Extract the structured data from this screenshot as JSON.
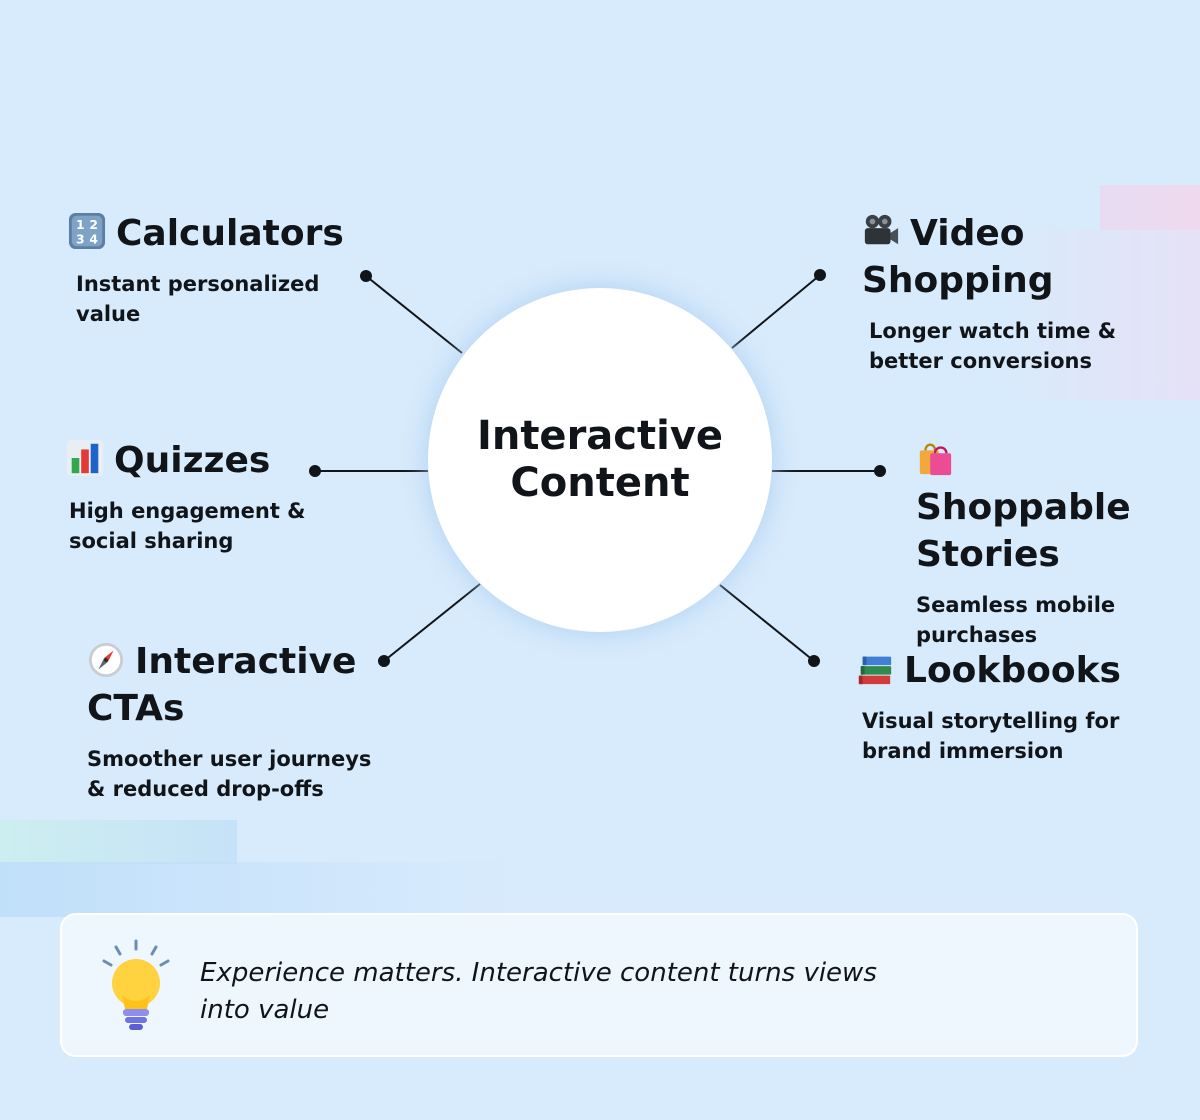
{
  "hub": {
    "title": "Interactive Content"
  },
  "nodes": [
    {
      "key": "calculators",
      "icon": "numbers-keycap-icon",
      "title": "Calculators",
      "desc": "Instant personalized value"
    },
    {
      "key": "quizzes",
      "icon": "bar-chart-icon",
      "title": "Quizzes",
      "desc": "High engagement & social sharing"
    },
    {
      "key": "ctas",
      "icon": "compass-icon",
      "title": "Interactive CTAs",
      "desc": "Smoother user journeys & reduced drop-offs"
    },
    {
      "key": "video",
      "icon": "movie-camera-icon",
      "title": "Video Shopping",
      "desc": "Longer watch time & better conversions"
    },
    {
      "key": "stories",
      "icon": "shopping-bags-icon",
      "title": "Shoppable Stories",
      "desc": "Seamless mobile purchases"
    },
    {
      "key": "lookbooks",
      "icon": "books-icon",
      "title": "Lookbooks",
      "desc": "Visual storytelling for brand immersion"
    }
  ],
  "tip": {
    "icon": "light-bulb-icon",
    "text": "Experience matters. Interactive content turns views into value"
  },
  "colors": {
    "background": "#d8ebfc",
    "hub": "#ffffff",
    "text": "#111418",
    "line": "#111418"
  }
}
